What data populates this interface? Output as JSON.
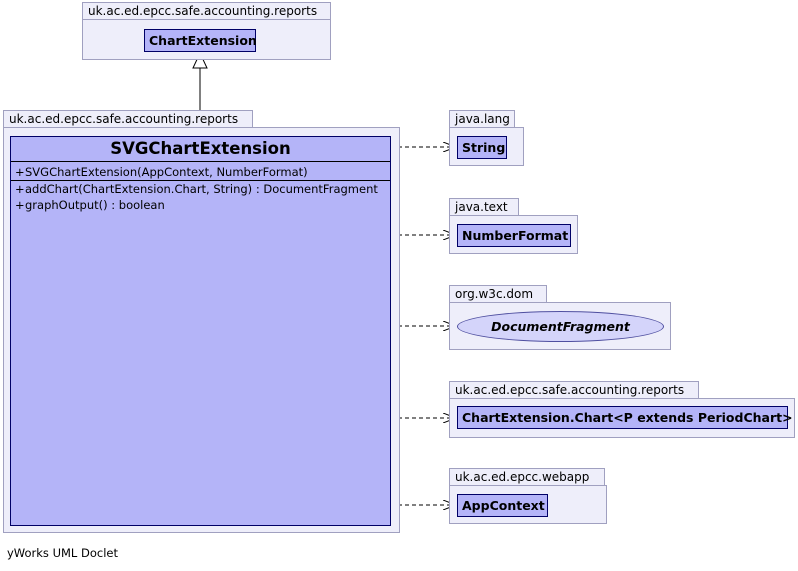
{
  "packages": {
    "top": "uk.ac.ed.epcc.safe.accounting.reports",
    "main": "uk.ac.ed.epcc.safe.accounting.reports",
    "java_lang": "java.lang",
    "java_text": "java.text",
    "w3c_dom": "org.w3c.dom",
    "reports2": "uk.ac.ed.epcc.safe.accounting.reports",
    "webapp": "uk.ac.ed.epcc.webapp"
  },
  "classes": {
    "chart_extension": "ChartExtension",
    "svg_chart_extension": "SVGChartExtension",
    "string": "String",
    "number_format": "NumberFormat",
    "document_fragment": "DocumentFragment",
    "chart": "ChartExtension.Chart<P extends PeriodChart>",
    "app_context": "AppContext"
  },
  "members": {
    "constructor_vis": "+",
    "constructor": "SVGChartExtension(AppContext, NumberFormat)",
    "method1_vis": "+",
    "method1": "addChart(ChartExtension.Chart, String) : DocumentFragment",
    "method2_vis": "+",
    "method2": "graphOutput() : boolean"
  },
  "footer": "yWorks UML Doclet",
  "colors": {
    "class_fill": "#b4b4f8",
    "package_fill": "#eeeefa",
    "interface_fill": "#d4d4fa"
  }
}
